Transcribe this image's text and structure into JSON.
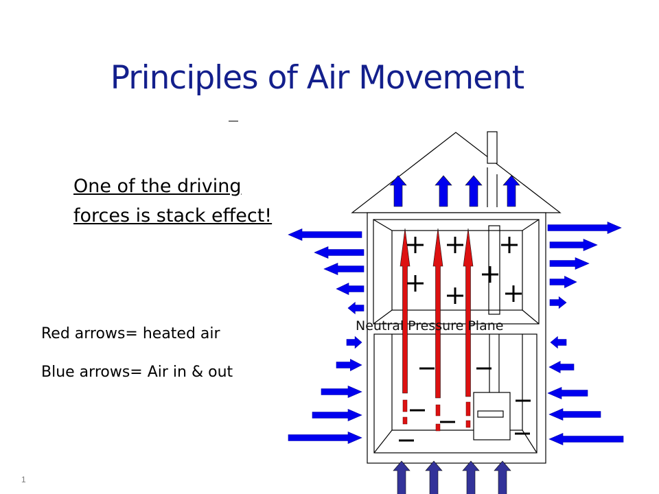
{
  "slide": {
    "title": "Principles of Air Movement",
    "lead_text": "One of the driving forces is stack effect!",
    "legend_red": "Red arrows= heated  air",
    "legend_blue": "Blue arrows= Air in & out",
    "page_number": "1"
  },
  "diagram": {
    "neutral_plane_label": "Neutral Pressure Plane",
    "colors": {
      "title": "#131f8c",
      "blue_arrow": "#0000ee",
      "bottom_arrow": "#333399",
      "red_arrow": "#dd1111"
    }
  }
}
